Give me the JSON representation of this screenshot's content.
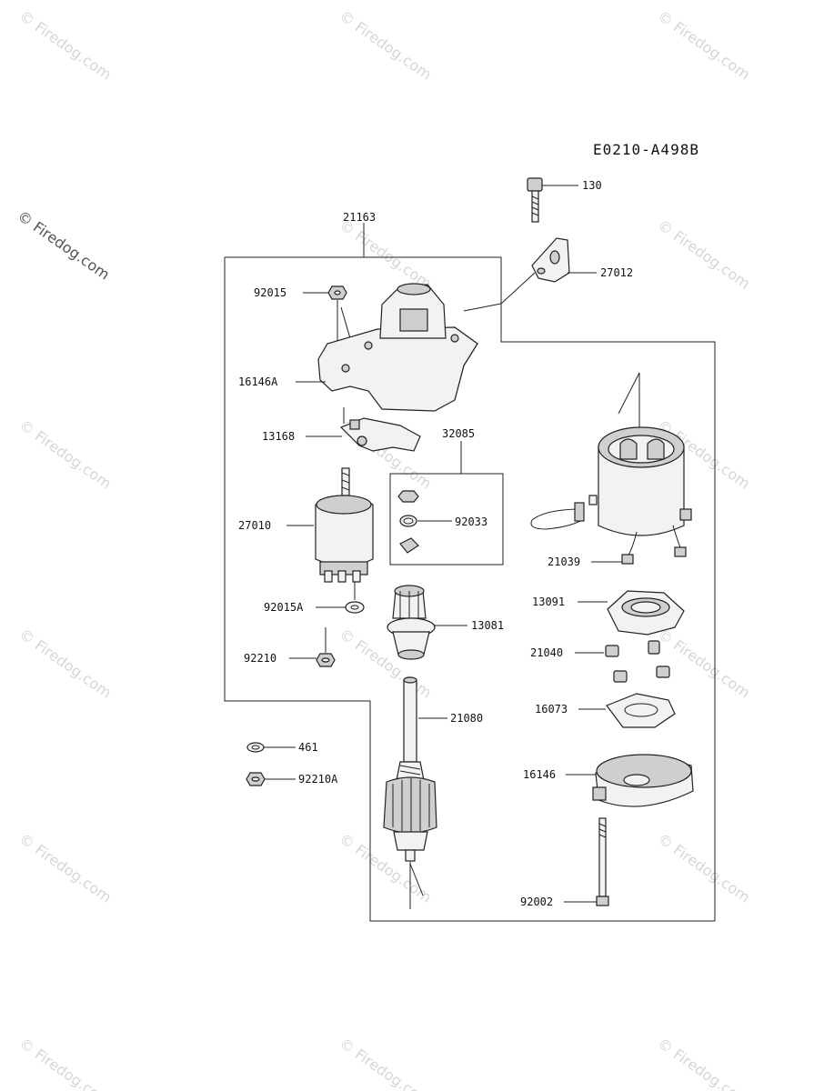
{
  "diagram_code": "E0210-A498B",
  "watermark": "© Firedog.com",
  "parts": {
    "p130": "130",
    "p27012": "27012",
    "p21163": "21163",
    "p92015": "92015",
    "p16146A": "16146A",
    "p13168": "13168",
    "p32085": "32085",
    "p27010": "27010",
    "p92033": "92033",
    "p21039": "21039",
    "p13091": "13091",
    "p92015A": "92015A",
    "p13081": "13081",
    "p21040": "21040",
    "p92210": "92210",
    "p16073": "16073",
    "p21080": "21080",
    "p461": "461",
    "p16146": "16146",
    "p92210A": "92210A",
    "p92002": "92002"
  }
}
